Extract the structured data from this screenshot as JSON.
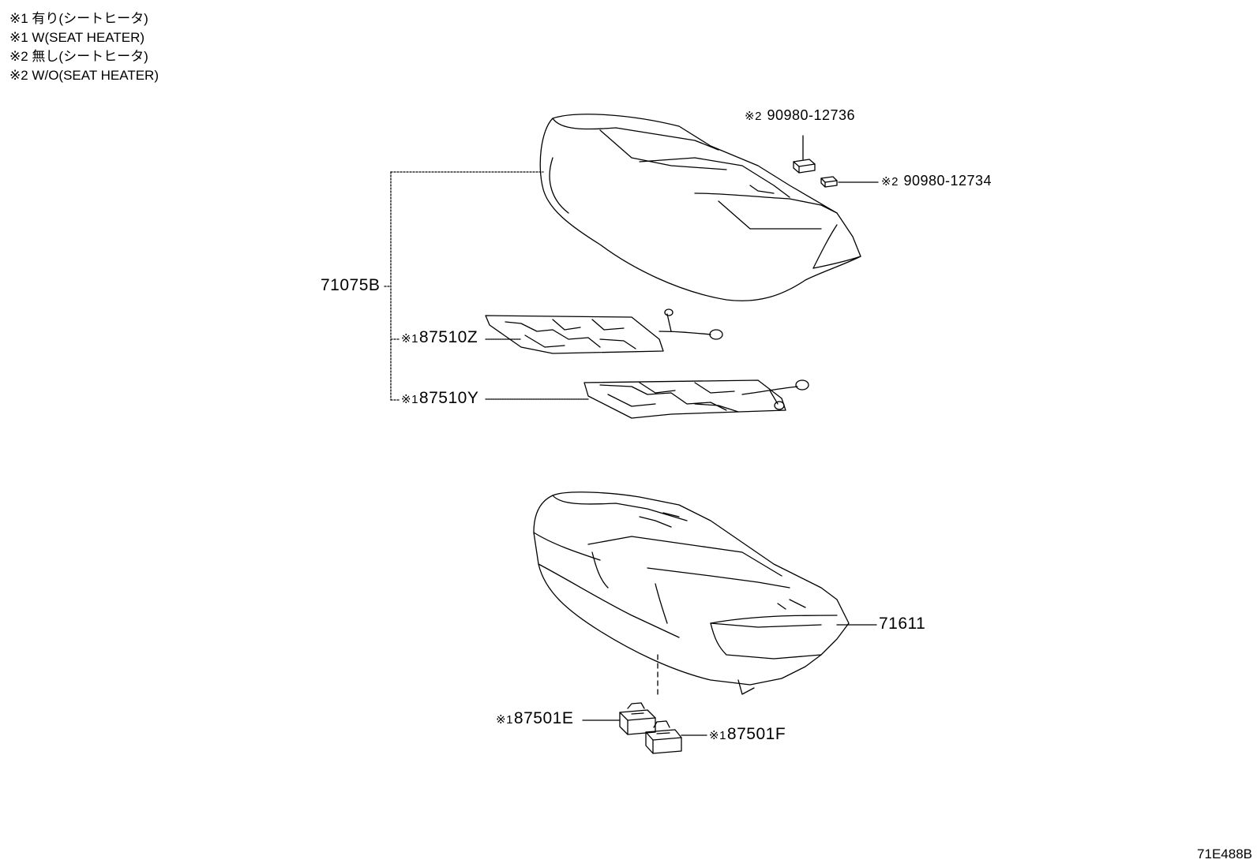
{
  "notes": [
    "※1 有り(シートヒータ)",
    "※1 W(SEAT HEATER)",
    "※2 無し(シートヒータ)",
    "※2 W/O(SEAT HEATER)"
  ],
  "parts": {
    "seatback_cover": "71075B",
    "heater_a": {
      "mark": "※1",
      "number": "87510Z"
    },
    "heater_b": {
      "mark": "※1",
      "number": "87510Y"
    },
    "clip_a": {
      "mark": "※2",
      "number": "90980-12736"
    },
    "clip_b": {
      "mark": "※2",
      "number": "90980-12734"
    },
    "cushion_cover": "71611",
    "switch_a": {
      "mark": "※1",
      "number": "87501E"
    },
    "switch_b": {
      "mark": "※1",
      "number": "87501F"
    }
  },
  "diagram_id": "71E488B"
}
